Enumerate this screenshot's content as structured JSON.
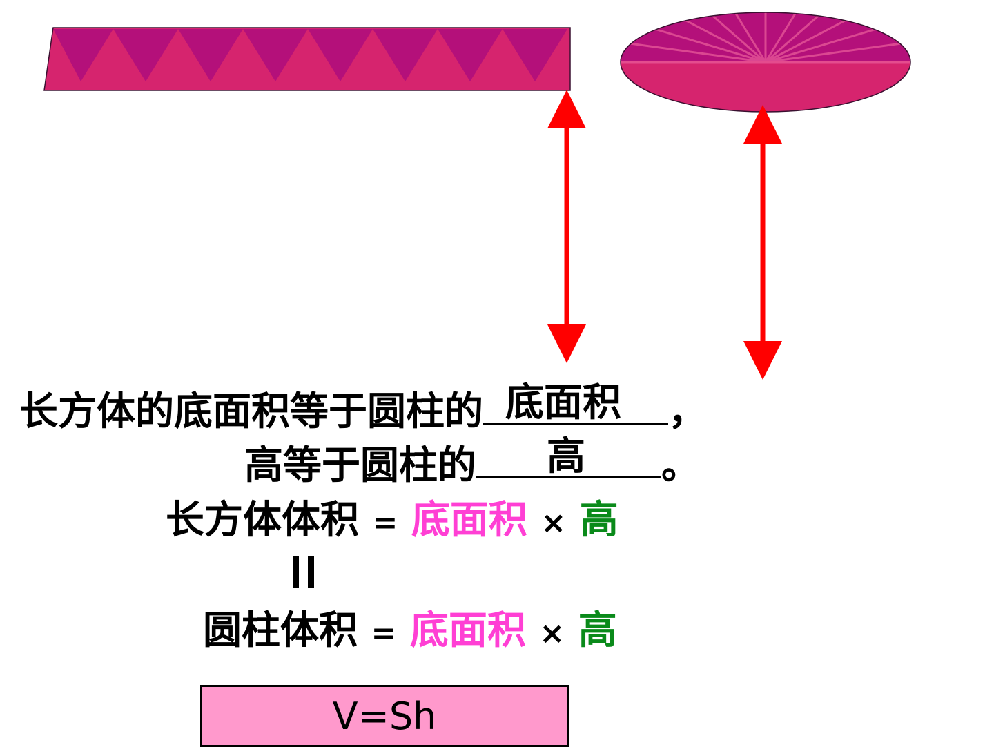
{
  "sentence1": {
    "prefix": "长方体的底面积等于圆柱的",
    "answer": "底面积",
    "suffix": "，"
  },
  "sentence2": {
    "prefix": "高等于圆柱的",
    "answer": "高",
    "suffix": "。"
  },
  "formula_cuboid": {
    "lhs": "长方体体积",
    "equals": "=",
    "base": "底面积",
    "times": "×",
    "height": "高"
  },
  "formula_cylinder": {
    "lhs": "圆柱体积",
    "equals": "=",
    "base": "底面积",
    "times": "×",
    "height": "高"
  },
  "formula_box": {
    "text": "V=Sh",
    "fill": "#ff99cc"
  },
  "colors": {
    "shape_fill": "#d6246e",
    "shape_dark": "#b4107a",
    "arrow": "#ff0000",
    "base_area": "#ff3fd4",
    "height": "#0a8a1a"
  }
}
